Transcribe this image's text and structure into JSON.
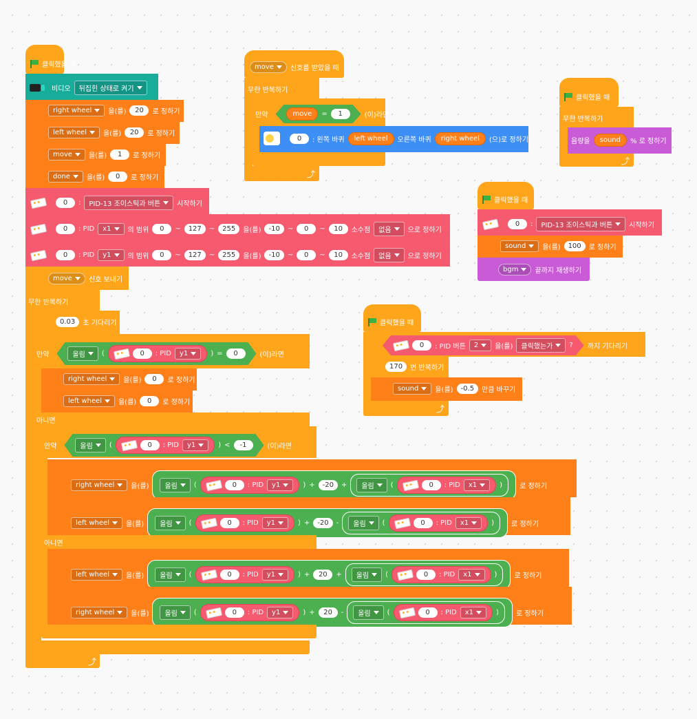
{
  "L": {
    "hat": "클릭했을 때",
    "video": {
      "label": "비디오",
      "option": "뒤집힌 상태로 켜기"
    },
    "set_rw": {
      "var": "right wheel",
      "mid": "을(를)",
      "val": "20",
      "suffix": "로 정하기"
    },
    "set_lw": {
      "var": "left wheel",
      "mid": "을(를)",
      "val": "20",
      "suffix": "로 정하기"
    },
    "set_move": {
      "var": "move",
      "mid": "을(를)",
      "val": "1",
      "suffix": "로 정하기"
    },
    "set_done": {
      "var": "done",
      "mid": "을(를)",
      "val": "0",
      "suffix": "로 정하기"
    },
    "pid_start": {
      "num": "0",
      "colon": ":",
      "device": "PID-13 조이스틱과 버튼",
      "suffix": "시작하기"
    },
    "pid_x": {
      "num": "0",
      "label": ": PID",
      "axis": "x1",
      "range": "의 범위",
      "a": "0",
      "tilde": "~",
      "b": "127",
      "c": "255",
      "mid": "을(를)",
      "d": "-10",
      "e": "0",
      "f": "10",
      "dec": "소수점",
      "opt": "없음",
      "suffix": "으로 정하기"
    },
    "pid_y": {
      "num": "0",
      "label": ": PID",
      "axis": "y1",
      "range": "의 범위",
      "a": "0",
      "tilde": "~",
      "b": "127",
      "c": "255",
      "mid": "을(를)",
      "d": "-10",
      "e": "0",
      "f": "10",
      "dec": "소수점",
      "opt": "없음",
      "suffix": "으로 정하기"
    },
    "broadcast": {
      "msg": "move",
      "suffix": "신호 보내기"
    },
    "forever": "무한 반복하기",
    "wait": {
      "val": "0.03",
      "suffix": "초 기다리기"
    },
    "if1": {
      "kw": "만약",
      "round": "올림",
      "lp": "(",
      "rp": ")",
      "num": "0",
      "pid": ": PID",
      "axis": "y1",
      "op": "=",
      "val": "0",
      "suffix": "(이)라면"
    },
    "if1_rw": {
      "var": "right wheel",
      "mid": "을(를)",
      "val": "0",
      "suffix": "로 정하기"
    },
    "if1_lw": {
      "var": "left wheel",
      "mid": "을(를)",
      "val": "0",
      "suffix": "로 정하기"
    },
    "else": "아니면",
    "if2": {
      "kw": "만약",
      "round": "올림",
      "lp": "(",
      "rp": ")",
      "num": "0",
      "pid": ": PID",
      "axis": "y1",
      "op": "<",
      "val": "-1",
      "suffix": "(이)라면"
    },
    "r1": {
      "var": "right wheel",
      "mid": "을(를)",
      "round": "올림",
      "num": "0",
      "pid": ": PID",
      "axis1": "y1",
      "op1": "+",
      "k": "-20",
      "op2": "+",
      "axis2": "x1",
      "suffix": "로 정하기"
    },
    "r2": {
      "var": "left wheel",
      "mid": "을(를)",
      "round": "올림",
      "num": "0",
      "pid": ": PID",
      "axis1": "y1",
      "op1": "+",
      "k": "-20",
      "op2": "-",
      "axis2": "x1",
      "suffix": "로 정하기"
    },
    "else2": "아니면",
    "r3": {
      "var": "left wheel",
      "mid": "을(를)",
      "round": "올림",
      "num": "0",
      "pid": ": PID",
      "axis1": "y1",
      "op1": "+",
      "k": "20",
      "op2": "+",
      "axis2": "x1",
      "suffix": "로 정하기"
    },
    "r4": {
      "var": "right wheel",
      "mid": "을(를)",
      "round": "올림",
      "num": "0",
      "pid": ": PID",
      "axis1": "y1",
      "op1": "+",
      "k": "20",
      "op2": "-",
      "axis2": "x1",
      "suffix": "로 정하기"
    }
  },
  "M": {
    "hat": {
      "msg": "move",
      "suffix": "신호를 받았을 때"
    },
    "forever": "무한 반복하기",
    "if": {
      "kw": "만약",
      "var": "move",
      "op": "=",
      "val": "1",
      "suffix": "(이)라면"
    },
    "motor": {
      "num": "0",
      "t1": ": 왼쪽 바퀴",
      "lw": "left wheel",
      "t2": "오른쪽 바퀴",
      "rw": "right wheel",
      "suffix": "(으)로 정하기"
    }
  },
  "R1": {
    "hat": "클릭했을 때",
    "forever": "무한 반복하기",
    "vol": {
      "label": "음량을",
      "var": "sound",
      "suffix": "% 로 정하기"
    }
  },
  "R2": {
    "hat": "클릭했을 때",
    "pid_start": {
      "num": "0",
      "colon": ":",
      "device": "PID-13 조이스틱과 버튼",
      "suffix": "시작하기"
    },
    "set_sound": {
      "var": "sound",
      "mid": "을(를)",
      "val": "100",
      "suffix": "로 정하기"
    },
    "bgm": {
      "sound": "bgm",
      "suffix": "끝까지 재생하기"
    }
  },
  "R3": {
    "hat": "클릭했을 때",
    "wait_btn": {
      "num": "0",
      "label": ": PID 버튼",
      "btn": "2",
      "mid": "을(를)",
      "state": "클릭했는가",
      "q": "?",
      "suffix": "까지 기다리기"
    },
    "repeat": {
      "val": "170",
      "suffix": "번 반복하기"
    },
    "change": {
      "var": "sound",
      "mid": "을(를)",
      "val": "-0.5",
      "suffix": "만큼 바꾸기"
    }
  }
}
